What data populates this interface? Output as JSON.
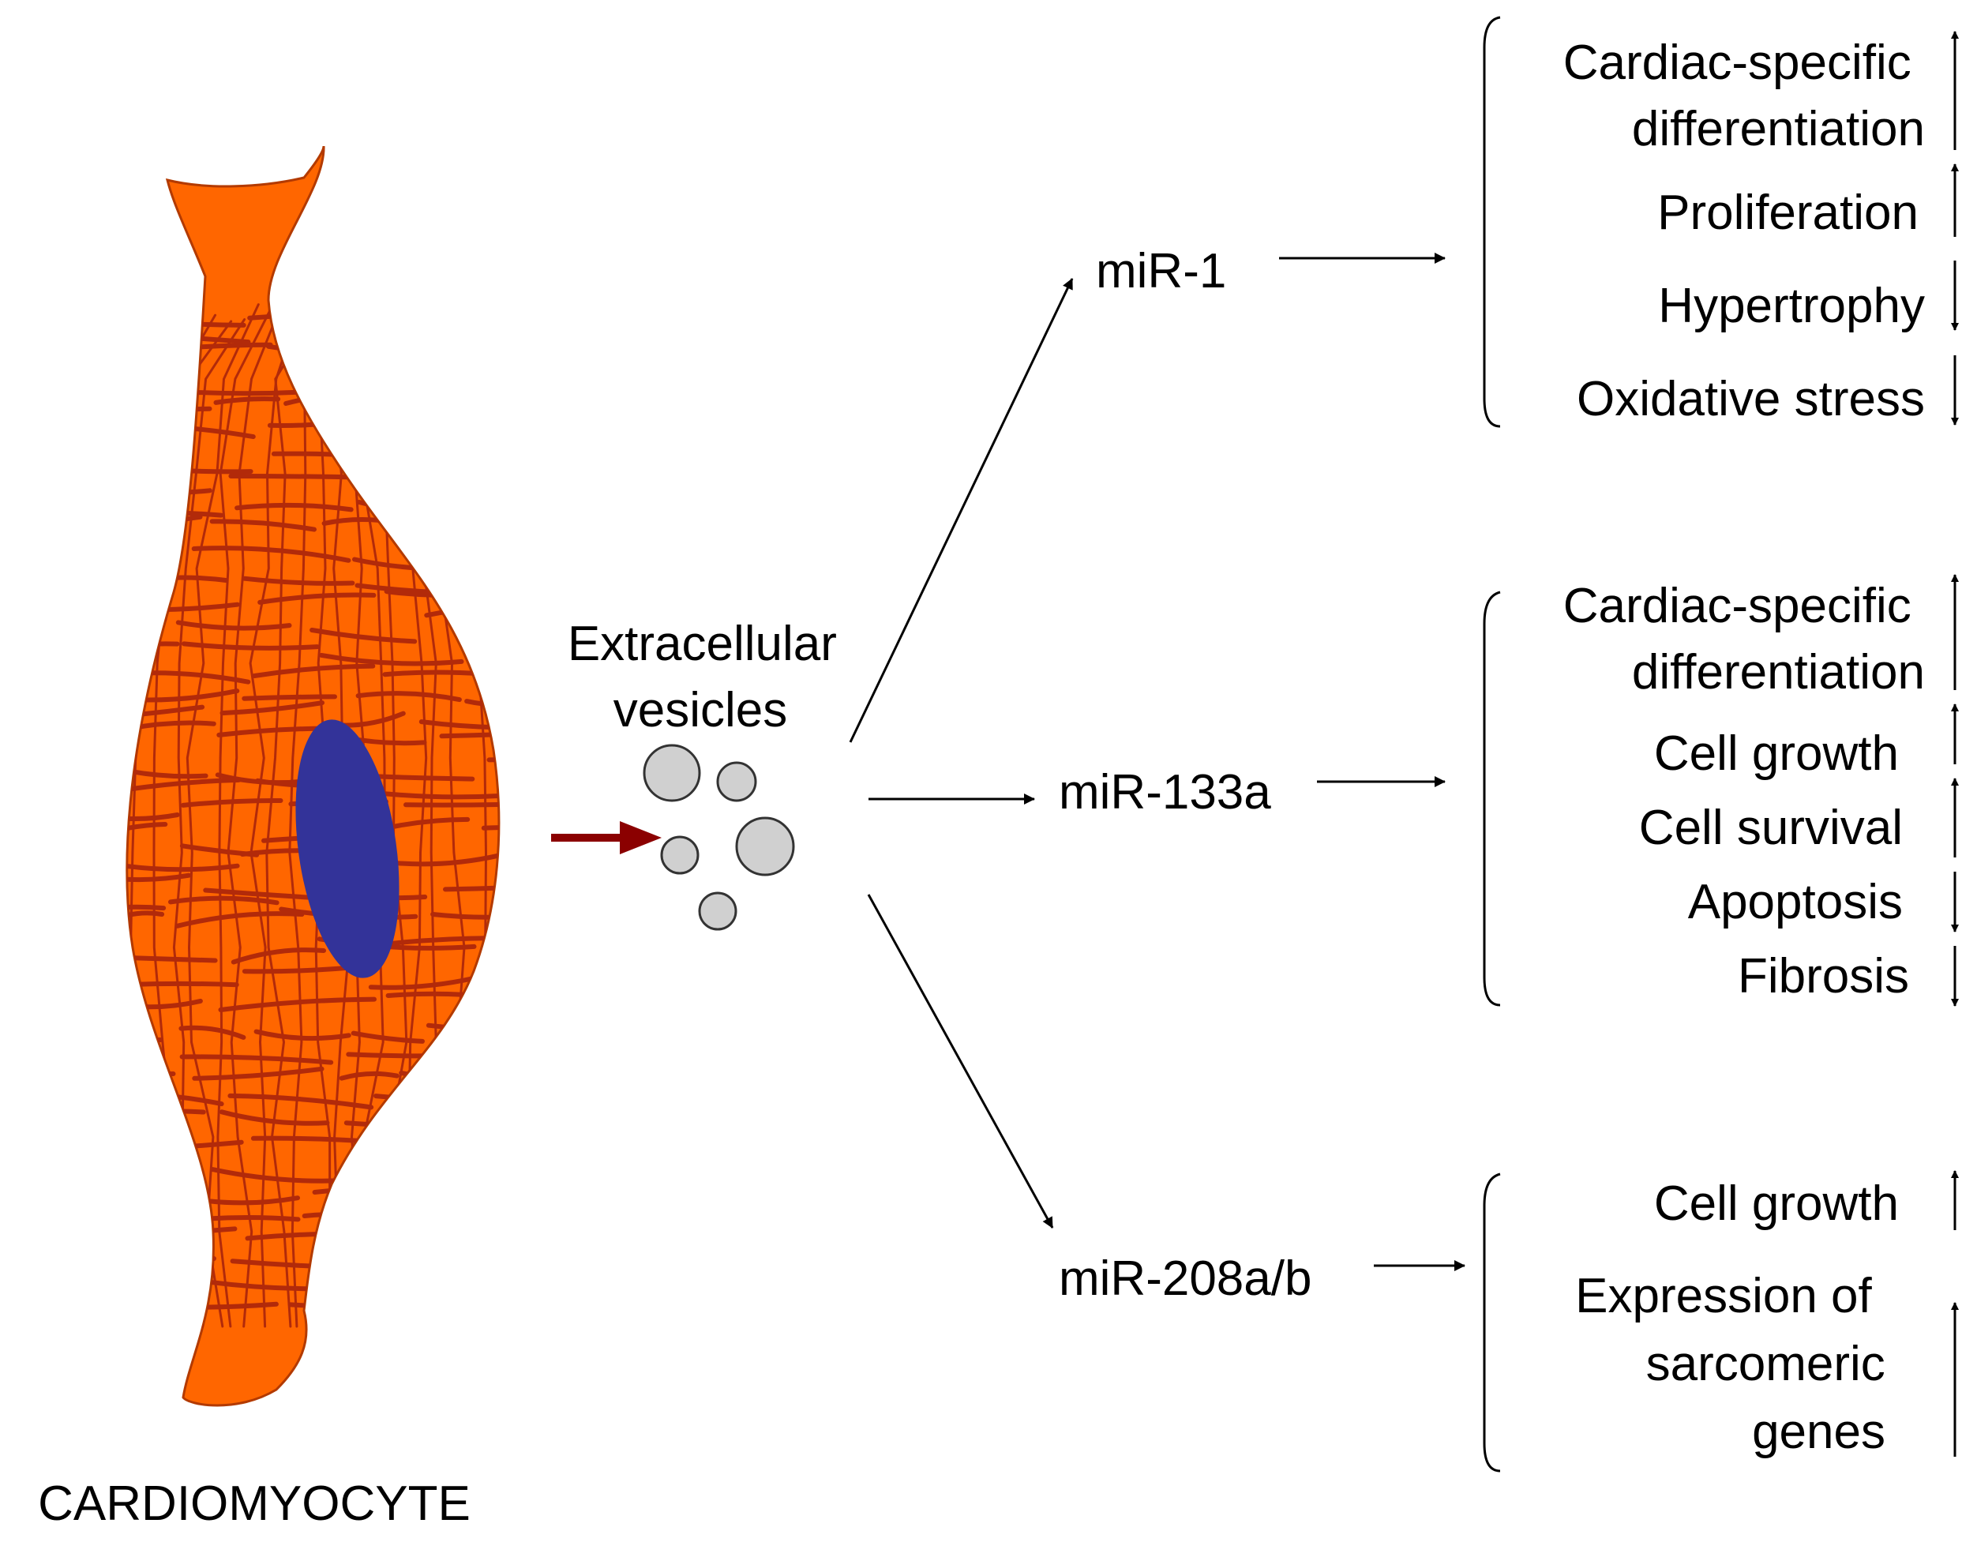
{
  "cell_label": "CARDIOMYOCYTE",
  "vesicles_label": [
    "Extracellular",
    "vesicles"
  ],
  "colors": {
    "cell_fill": "#FF6600",
    "cell_outline": "#B33A00",
    "fiber": "#B22A0A",
    "nucleus": "#333399",
    "secretion_arrow": "#8B0000",
    "vesicle_fill": "#D0D0D0",
    "vesicle_outline": "#333333"
  },
  "mirnas": [
    {
      "name": "miR-1",
      "effects": [
        {
          "label": [
            "Cardiac-specific",
            "differentiation"
          ],
          "direction": "up"
        },
        {
          "label": [
            "Proliferation"
          ],
          "direction": "up"
        },
        {
          "label": [
            "Hypertrophy"
          ],
          "direction": "down"
        },
        {
          "label": [
            "Oxidative stress"
          ],
          "direction": "down"
        }
      ]
    },
    {
      "name": "miR-133a",
      "effects": [
        {
          "label": [
            "Cardiac-specific",
            "differentiation"
          ],
          "direction": "up"
        },
        {
          "label": [
            "Cell growth"
          ],
          "direction": "up"
        },
        {
          "label": [
            "Cell survival"
          ],
          "direction": "up"
        },
        {
          "label": [
            "Apoptosis"
          ],
          "direction": "down"
        },
        {
          "label": [
            "Fibrosis"
          ],
          "direction": "down"
        }
      ]
    },
    {
      "name": "miR-208a/b",
      "effects": [
        {
          "label": [
            "Cell growth"
          ],
          "direction": "up"
        },
        {
          "label": [
            "Expression of",
            "sarcomeric",
            "genes"
          ],
          "direction": "up"
        }
      ]
    }
  ]
}
